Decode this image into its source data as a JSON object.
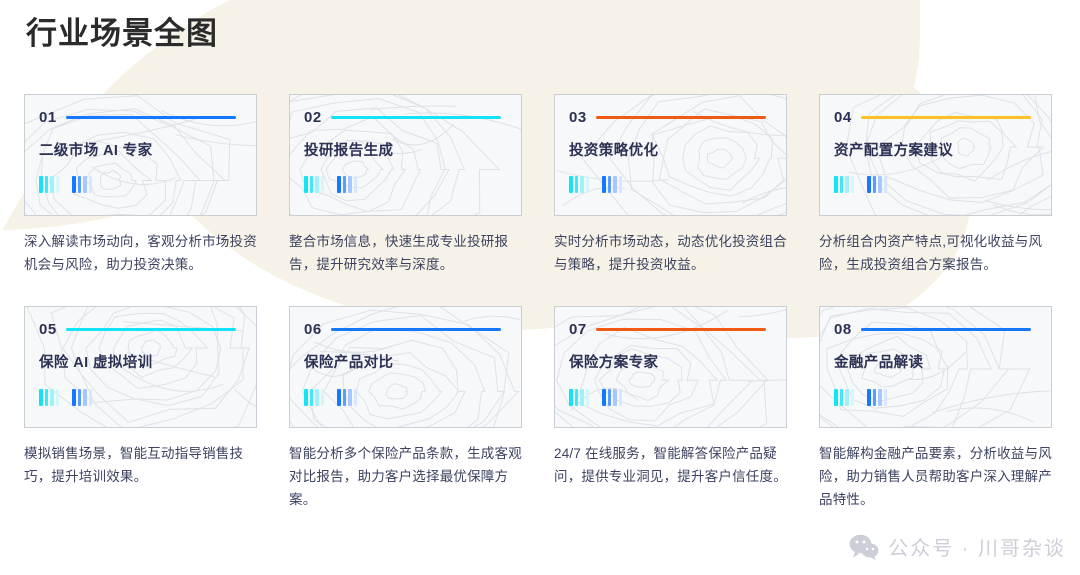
{
  "page": {
    "title": "行业场景全图",
    "background_color": "#ffffff",
    "blob_color": "#f7f2e7"
  },
  "colors": {
    "blue": "#1677ff",
    "cyan": "#13e3f5",
    "orange": "#ef5b14",
    "yellow": "#fac226",
    "card_bg": "#f7f8f9",
    "card_border": "#c9cdd4",
    "title_text": "#2c3154",
    "body_text": "#3c4260",
    "heading_text": "#2b2b2b"
  },
  "cards": [
    {
      "number": "01",
      "title": "二级市场 AI 专家",
      "accent": "#1677ff",
      "icon": "signal-bars-icon",
      "desc": "深入解读市场动向，客观分析市场投资机会与风险，助力投资决策。"
    },
    {
      "number": "02",
      "title": "投研报告生成",
      "accent": "#13e3f5",
      "icon": "signal-bars-icon",
      "desc": "整合市场信息，快速生成专业投研报告，提升研究效率与深度。"
    },
    {
      "number": "03",
      "title": "投资策略优化",
      "accent": "#ef5b14",
      "icon": "signal-bars-icon",
      "desc": "实时分析市场动态，动态优化投资组合与策略，提升投资收益。"
    },
    {
      "number": "04",
      "title": "资产配置方案建议",
      "accent": "#fac226",
      "icon": "signal-bars-icon",
      "desc": "分析组合内资产特点,可视化收益与风险，生成投资组合方案报告。"
    },
    {
      "number": "05",
      "title": "保险 AI 虚拟培训",
      "accent": "#13e3f5",
      "icon": "signal-bars-icon",
      "desc": "模拟销售场景，智能互动指导销售技巧，提升培训效果。"
    },
    {
      "number": "06",
      "title": "保险产品对比",
      "accent": "#1677ff",
      "icon": "signal-bars-icon",
      "desc": "智能分析多个保险产品条款，生成客观对比报告，助力客户选择最优保障方案。"
    },
    {
      "number": "07",
      "title": "保险方案专家",
      "accent": "#ef5b14",
      "icon": "signal-bars-icon",
      "desc": "24/7 在线服务，智能解答保险产品疑问，提供专业洞见，提升客户信任度。"
    },
    {
      "number": "08",
      "title": "金融产品解读",
      "accent": "#1677ff",
      "icon": "signal-bars-icon",
      "desc": "智能解构金融产品要素，分析收益与风险，助力销售人员帮助客户深入理解产品特性。"
    }
  ],
  "watermark": {
    "text": "公众号 · 川哥杂谈",
    "logo": "wechat-logo-icon"
  }
}
